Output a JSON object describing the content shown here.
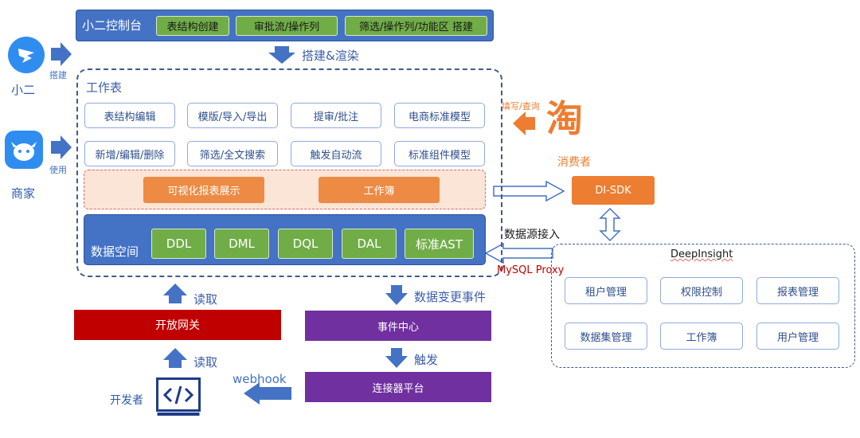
{
  "console": {
    "title": "小二控制台",
    "tags": [
      "表结构创建",
      "审批流/操作列",
      "筛选/操作列/功能区 搭建"
    ]
  },
  "build_render_label": "搭建&渲染",
  "left_users": [
    {
      "name": "小二",
      "action": "搭建"
    },
    {
      "name": "商家",
      "action": "使用"
    }
  ],
  "worksheet": {
    "title": "工作表",
    "features": [
      [
        "表结构编辑",
        "模版/导入/导出",
        "提审/批注",
        "电商标准模型"
      ],
      [
        "新增/编辑/删除",
        "筛选/全文搜索",
        "触发自动流",
        "标准组件模型"
      ]
    ],
    "visual": [
      "可视化报表展示",
      "工作簿"
    ],
    "data_space": {
      "label": "数据空间",
      "items": [
        "DDL",
        "DML",
        "DQL",
        "DAL",
        "标准AST"
      ]
    }
  },
  "bottom": {
    "read_top": "读取",
    "gateway": "开放网关",
    "read_bottom": "读取",
    "developer": "开发者",
    "webhook": "webhook",
    "data_change": "数据变更事件",
    "event_center": "事件中心",
    "trigger": "触发",
    "connector": "连接器平台"
  },
  "right": {
    "fill_query": "填写/查询",
    "consumer": "消费者",
    "di_sdk": "DI-SDK",
    "datasource_in": "数据源接入",
    "mysql_proxy": "MySQL Proxy",
    "deepinsight": {
      "title": "DeepInsight",
      "modules": [
        [
          "租户管理",
          "权限控制",
          "报表管理"
        ],
        [
          "数据集管理",
          "工作簿",
          "用户管理"
        ]
      ]
    }
  },
  "colors": {
    "blue": "#4472c4",
    "green": "#70ad47",
    "orange": "#ed7d31",
    "red": "#c00000",
    "purple": "#7030a0"
  }
}
